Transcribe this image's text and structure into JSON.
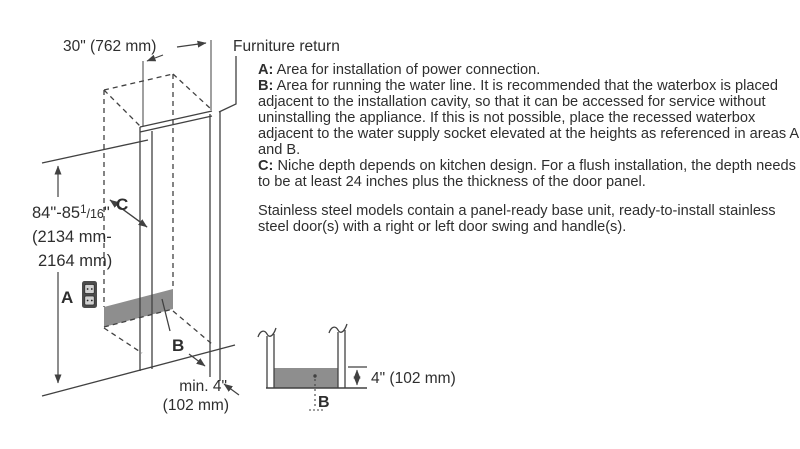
{
  "colors": {
    "line": "#414141",
    "text": "#2e2e2e",
    "area_fill": "#8e8e8e",
    "outlet_body": "#4c4c4c",
    "outlet_socket": "#d2d2d2"
  },
  "diagram": {
    "width_dim": "30\" (762 mm)",
    "furniture_return_label": "Furniture return",
    "height_label": {
      "pre": "84\"-85",
      "num": "1",
      "den": "/16",
      "suffix": "\"",
      "line2": "(2134 mm-",
      "line3": "2164 mm)"
    },
    "label_a": "A",
    "label_b": "B",
    "label_c": "C",
    "min_depth_line1": "min. 4\"",
    "min_depth_line2": "(102 mm)",
    "power_outlet_icon": "power-outlet-icon"
  },
  "waterbox_section": {
    "height_dim": "4\" (102 mm)",
    "label_b": "B"
  },
  "notes": [
    {
      "label": "A:",
      "text": " Area for installation of power connection."
    },
    {
      "label": "B:",
      "text": " Area for running the water line. It is recommended that the waterbox is placed adjacent to the installation cavity, so that it can be accessed for service without uninstalling the appliance. If this is not possible, place the recessed waterbox adjacent to the water supply socket elevated at the heights as referenced in areas A and B."
    },
    {
      "label": "C:",
      "text": " Niche depth depends on kitchen design. For a flush installation, the depth needs to be at least 24 inches plus the thickness of the door panel."
    }
  ],
  "footer_note": "Stainless steel models contain a panel-ready base unit, ready-to-install stainless steel door(s) with a right or left door swing and handle(s)."
}
